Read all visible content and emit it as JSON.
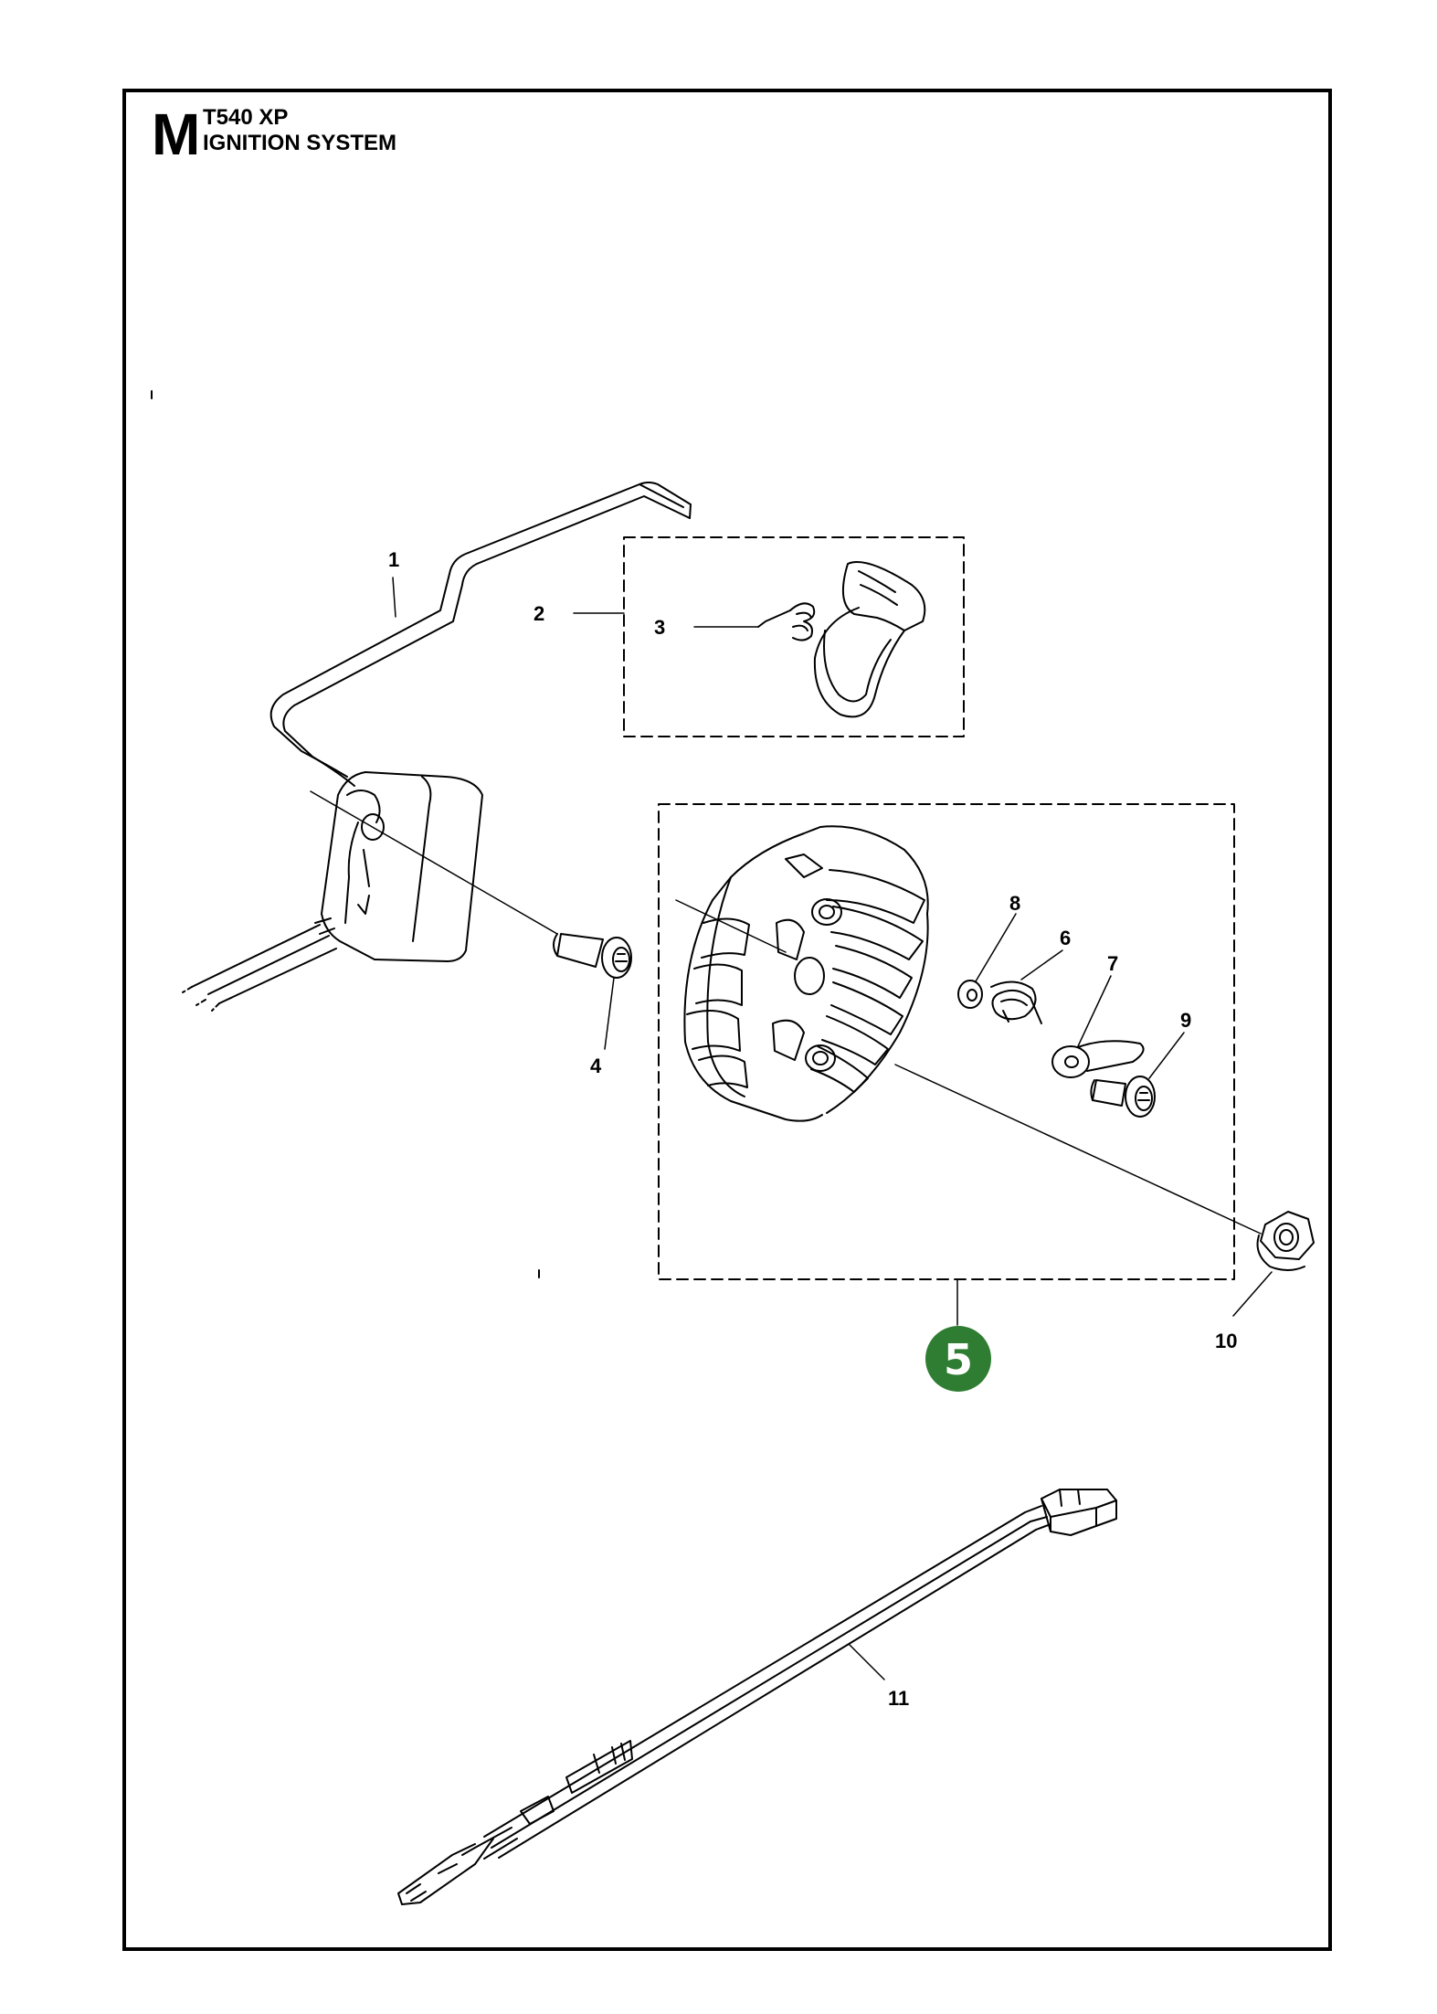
{
  "header": {
    "section_letter": "M",
    "model": "T540 XP",
    "title": "IGNITION SYSTEM"
  },
  "callouts": {
    "c1": "1",
    "c2": "2",
    "c3": "3",
    "c4": "4",
    "c6": "6",
    "c7": "7",
    "c8": "8",
    "c9": "9",
    "c10": "10",
    "c11": "11"
  },
  "kit_badge": {
    "label": "5",
    "color": "#2e7d32"
  },
  "colors": {
    "line": "#000000",
    "background": "#ffffff"
  }
}
